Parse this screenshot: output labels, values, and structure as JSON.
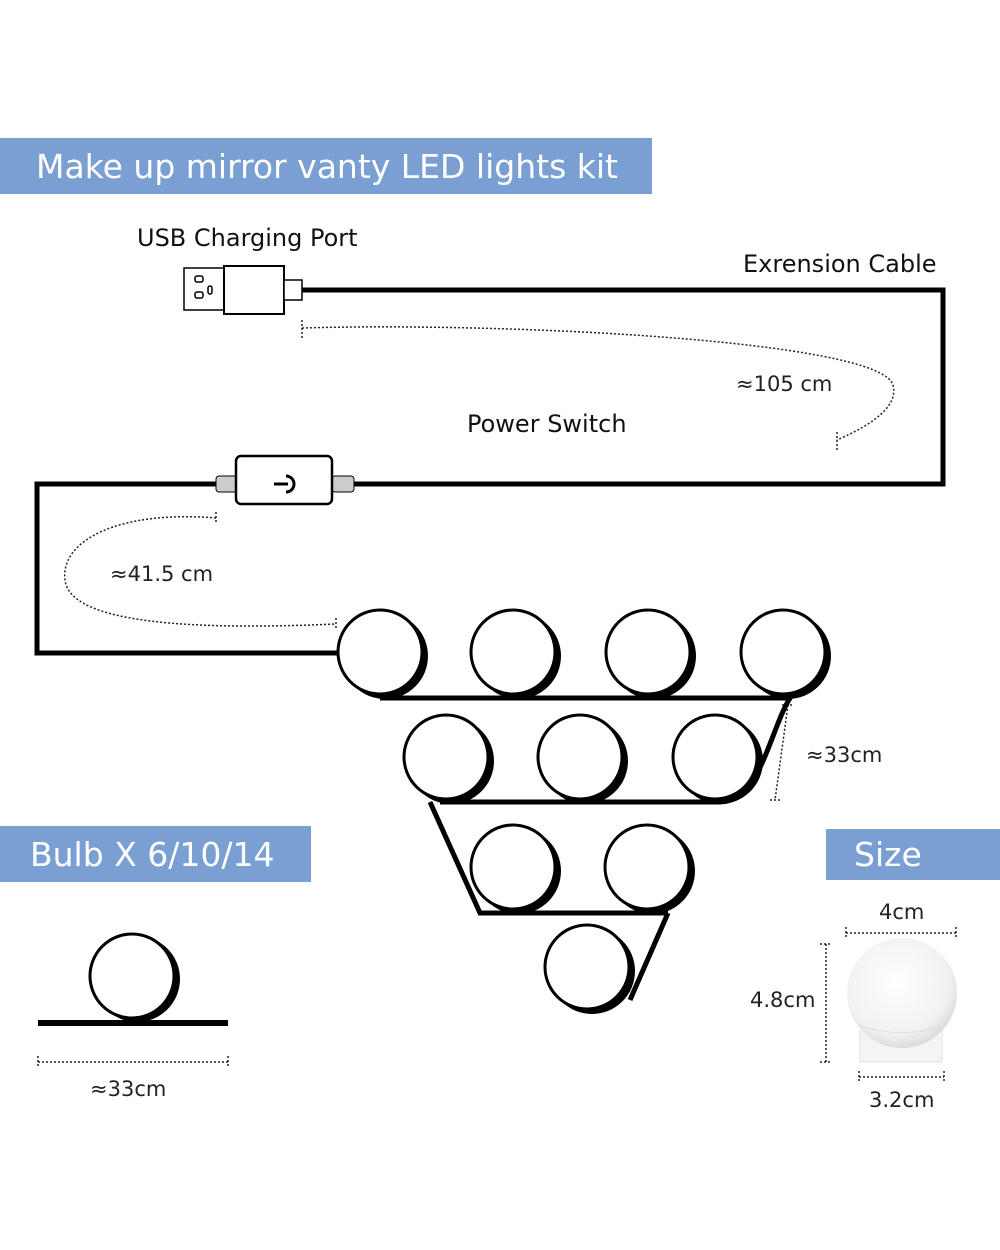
{
  "title": "Make up mirror vanty LED lights kit",
  "labels": {
    "usb": "USB Charging Port",
    "extension": "Exrension Cable",
    "switch": "Power Switch"
  },
  "dimensions": {
    "extension_length": "≈105 cm",
    "switch_length": "≈41.5 cm",
    "bulb_spacing": "≈33cm",
    "bulb_spacing_small": "≈33cm"
  },
  "bulb_section": {
    "title": "Bulb X 6/10/14"
  },
  "size_section": {
    "title": "Size",
    "width": "4cm",
    "height": "4.8cm",
    "base_width": "3.2cm"
  },
  "colors": {
    "banner": "#7A9FD3"
  }
}
